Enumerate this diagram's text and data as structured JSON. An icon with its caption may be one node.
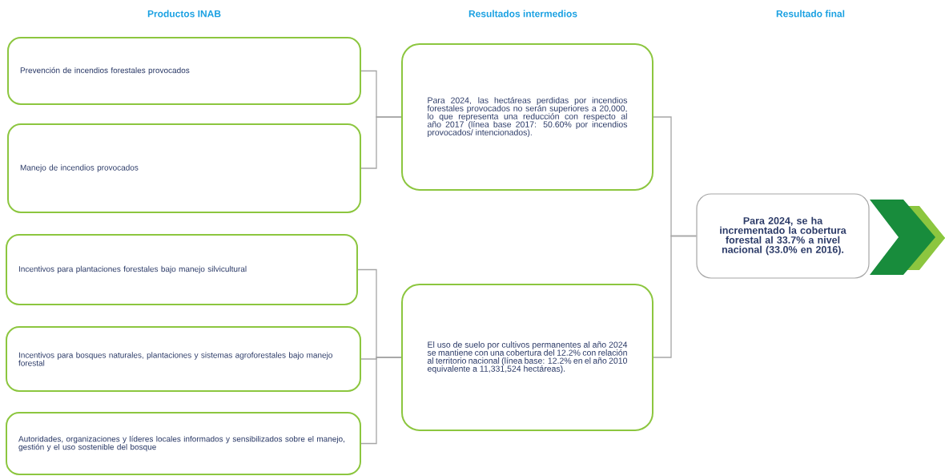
{
  "diagram": {
    "nodes": [
      {
        "text": [
          "Prevención de incendios forestales provocados"
        ]
      },
      {
        "text": [
          "Manejo de incendios provocados"
        ]
      },
      {
        "text": [
          "Incentivos para plantaciones forestales bajo manejo silvicultural"
        ]
      },
      {
        "text": [
          "Incentivos para bosques naturales, plantaciones y sistemas agroforestales bajo manejo forestal"
        ]
      },
      {
        "text": [
          "Autoridades, organizaciones y líderes locales informados y sensibilizados sobre el manejo, gestión y el uso sostenible del bosque"
        ]
      },
      {
        "text": [
          "Para 2024, las hectáreas perdidas por incendios forestales provocados no serán superiores a 20,000, lo que representa una reducción con respecto al año 2017 (línea base 2017: 50.60% por incendios provocados/ intencionados)."
        ]
      },
      {
        "text": [
          "El uso de suelo por cultivos permanentes al año 2024 se mantiene con una cobertura del 12.2% con relación al territorio nacional (línea base: 12.2% en el año 2010 equivalente a 11,331,524 hectáreas)."
        ]
      },
      {
        "text": [
          "Para 2024, se ha incrementado la cobertura forestal al 33.7% a nivel nacional (33.0% en 2016)."
        ]
      }
    ],
    "edges": [
      {
        "from": 0,
        "to": 5,
        "arrow": "none"
      },
      {
        "from": 1,
        "to": 5,
        "arrow": "none"
      },
      {
        "from": 2,
        "to": 6,
        "arrow": "none"
      },
      {
        "from": 3,
        "to": 6,
        "arrow": "none"
      },
      {
        "from": 4,
        "to": 6,
        "arrow": "none"
      },
      {
        "from": 5,
        "to": 7,
        "arrow": "none"
      },
      {
        "from": 6,
        "to": 7,
        "arrow": "none"
      }
    ],
    "labels": [
      "Productos INAB",
      "Resultados intermedios",
      "Resultado final"
    ]
  }
}
